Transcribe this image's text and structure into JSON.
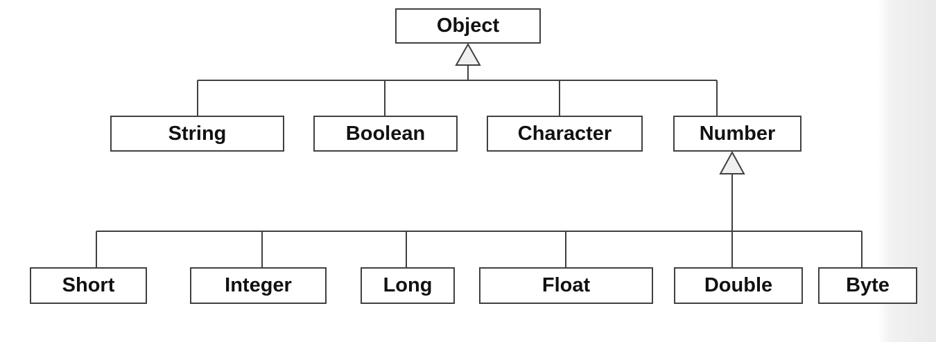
{
  "diagram": {
    "type": "class-hierarchy",
    "root": {
      "label": "Object"
    },
    "level2": [
      {
        "label": "String",
        "parent": "Object"
      },
      {
        "label": "Boolean",
        "parent": "Object"
      },
      {
        "label": "Character",
        "parent": "Object"
      },
      {
        "label": "Number",
        "parent": "Object"
      }
    ],
    "level3": [
      {
        "label": "Short",
        "parent": "Number"
      },
      {
        "label": "Integer",
        "parent": "Number"
      },
      {
        "label": "Long",
        "parent": "Number"
      },
      {
        "label": "Float",
        "parent": "Number"
      },
      {
        "label": "Double",
        "parent": "Number"
      },
      {
        "label": "Byte",
        "parent": "Number"
      }
    ]
  },
  "colors": {
    "background": "#ffffff",
    "line": "#404040",
    "box_border": "#404040",
    "box_fill": "#ffffff",
    "triangle_fill": "#f0f0f0",
    "text": "#111111",
    "right_edge_shade": "#e9e9e9"
  }
}
